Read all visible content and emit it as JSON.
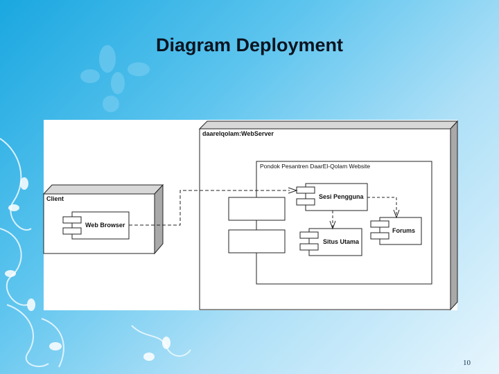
{
  "slide": {
    "title": "Diagram Deployment",
    "page_number": "10"
  },
  "diagram": {
    "client_node": {
      "label": "Client",
      "component": "Web Browser"
    },
    "server_node": {
      "label": "daarelqolam:WebServer",
      "package_label": "Pondok Pesantren DaarEl-Qolam Website",
      "components": {
        "session": "Sesi Pengguna",
        "main_site": "Situs Utama",
        "forums": "Forums"
      }
    }
  },
  "colors": {
    "background": "#29b0e5",
    "node_side": "#a9a9a9",
    "line": "#222222"
  }
}
